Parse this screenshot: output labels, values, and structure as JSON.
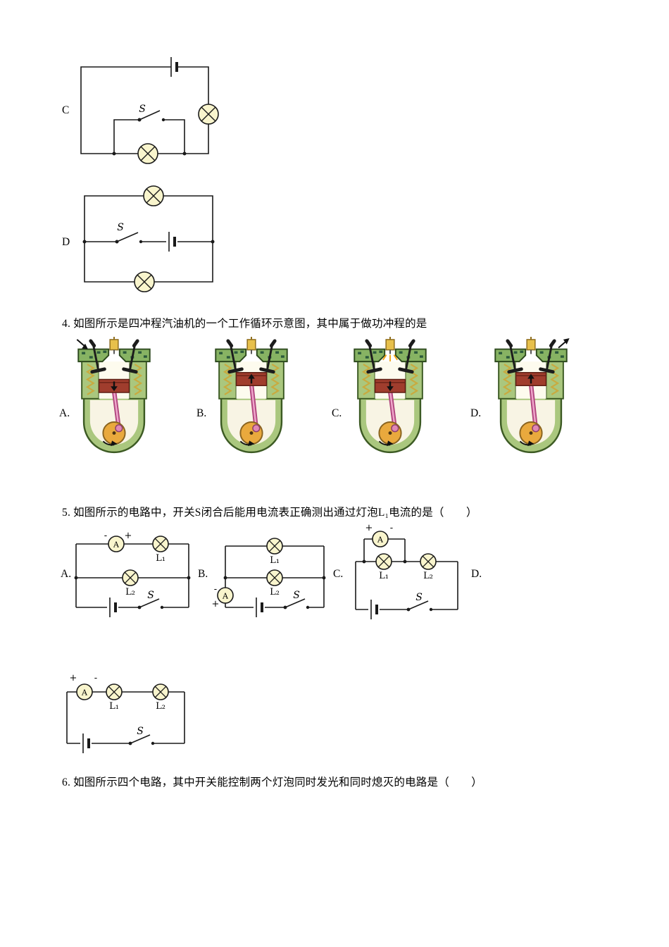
{
  "page": {
    "background": "#ffffff"
  },
  "labels": {
    "S": "S",
    "A": "A",
    "L1": "L₁",
    "L2": "L₂",
    "plus": "+",
    "minus": "-"
  },
  "q3": {
    "option_c": "C",
    "option_d": "D"
  },
  "q4": {
    "text": "4. 如图所示是四冲程汽油机的一个工作循环示意图，其中属于做功冲程的是",
    "options": [
      "A.",
      "B.",
      "C.",
      "D."
    ],
    "figures": [
      {
        "name": "intake-stroke",
        "piston": "down",
        "intake": true,
        "exhaust": false,
        "spark": false
      },
      {
        "name": "compression-stroke",
        "piston": "up",
        "intake": false,
        "exhaust": false,
        "spark": false
      },
      {
        "name": "power-stroke",
        "piston": "down",
        "intake": false,
        "exhaust": false,
        "spark": true
      },
      {
        "name": "exhaust-stroke",
        "piston": "up",
        "intake": false,
        "exhaust": true,
        "spark": false
      }
    ]
  },
  "q5": {
    "text": "5. 如图所示的电路中，开关S闭合后能用电流表正确测出通过灯泡L₁电流的是（　　）",
    "options": [
      "A.",
      "B.",
      "C.",
      "D."
    ]
  },
  "q6": {
    "text": "6. 如图所示四个电路，其中开关能控制两个灯泡同时发光和同时熄灭的电路是（　　）"
  }
}
